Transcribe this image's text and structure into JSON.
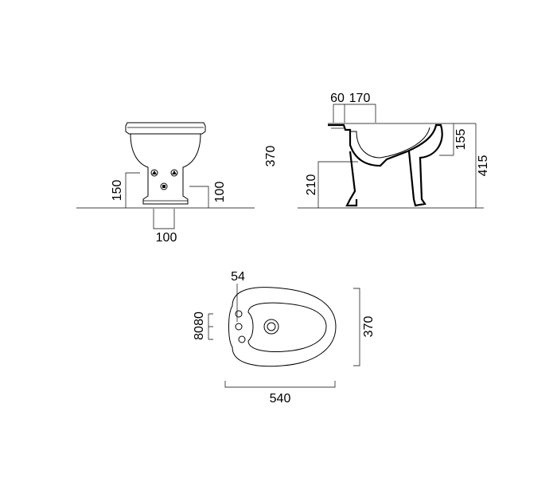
{
  "front_view": {
    "overall_height": "370",
    "inlet_height": "150",
    "drain_height": "100",
    "drain_width": "100"
  },
  "side_view": {
    "top_offset_a": "60",
    "top_offset_b": "170",
    "rim_depth": "155",
    "total_height": "415",
    "drain_height": "210"
  },
  "top_view": {
    "tap_hole": "54",
    "spacing_a": "80",
    "spacing_b": "80",
    "width": "370",
    "length": "540"
  }
}
